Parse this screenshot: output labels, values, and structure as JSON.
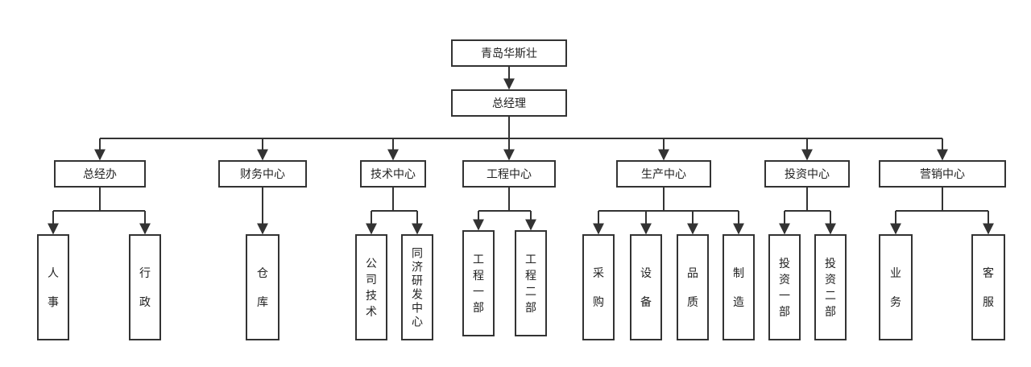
{
  "org_chart": {
    "company": "青岛华斯壮",
    "manager": "总经理",
    "departments": [
      {
        "name": "总经办",
        "children": [
          "人事",
          "行政"
        ]
      },
      {
        "name": "财务中心",
        "children": [
          "仓库"
        ]
      },
      {
        "name": "技术中心",
        "children": [
          "公司技术",
          "同济研发中心"
        ]
      },
      {
        "name": "工程中心",
        "children": [
          "工程一部",
          "工程二部"
        ]
      },
      {
        "name": "生产中心",
        "children": [
          "采购",
          "设备",
          "品质",
          "制造"
        ]
      },
      {
        "name": "投资中心",
        "children": [
          "投资一部",
          "投资二部"
        ]
      },
      {
        "name": "营销中心",
        "children": [
          "业务",
          "客服"
        ]
      }
    ]
  }
}
